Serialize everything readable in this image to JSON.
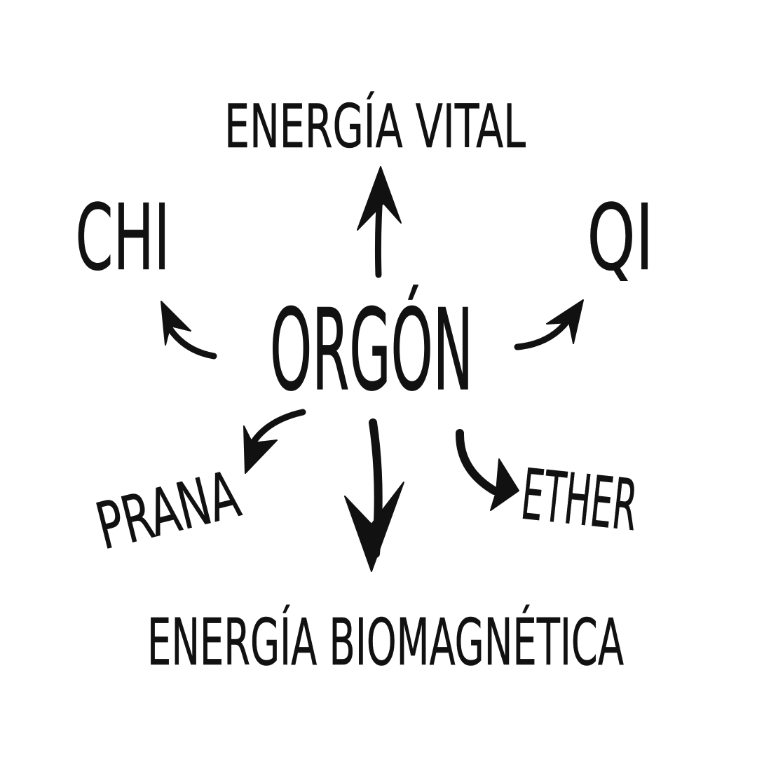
{
  "diagram": {
    "center": "Orgón",
    "top": "Energía Vital",
    "top_left": "Chi",
    "top_right": "Qi",
    "bottom_left": "Prana",
    "bottom_right": "Ether",
    "bottom": "Energía Biomagnética"
  },
  "colors": {
    "background": "#ffffff",
    "ink": "#111111"
  }
}
